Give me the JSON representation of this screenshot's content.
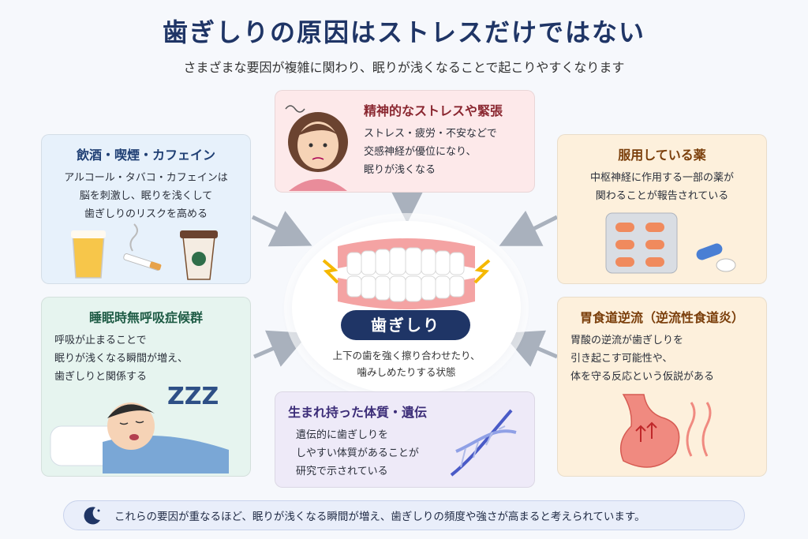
{
  "title": "歯ぎしりの原因はストレスだけではない",
  "subtitle": "さまざまな要因が複雑に関わり、眠りが浅くなることで起こりやすくなります",
  "center": {
    "label": "歯ぎしり",
    "description_line1": "上下の歯を強く擦り合わせたり、",
    "description_line2": "噛みしめたりする状態"
  },
  "cards": {
    "stress": {
      "title": "精神的なストレスや緊張",
      "lines": [
        "ストレス・疲労・不安などで",
        "交感神経が優位になり、",
        "眠りが浅くなる"
      ]
    },
    "alcohol": {
      "title": "飲酒・喫煙・カフェイン",
      "lines": [
        "アルコール・タバコ・カフェインは",
        "脳を刺激し、眠りを浅くして",
        "歯ぎしりのリスクを高める"
      ]
    },
    "medicine": {
      "title": "服用している薬",
      "lines": [
        "中枢神経に作用する一部の薬が",
        "関わることが報告されている"
      ]
    },
    "apnea": {
      "title": "睡眠時無呼吸症候群",
      "lines": [
        "呼吸が止まることで",
        "眠りが浅くなる瞬間が増え、",
        "歯ぎしりと関係する"
      ]
    },
    "reflux": {
      "title": "胃食道逆流（逆流性食道炎）",
      "lines": [
        "胃酸の逆流が歯ぎしりを",
        "引き起こす可能性や、",
        "体を守る反応という仮説がある"
      ]
    },
    "genetics": {
      "title": "生まれ持った体質・遺伝",
      "lines": [
        "遺伝的に歯ぎしりを",
        "しやすい体質があることが",
        "研究で示されている"
      ]
    }
  },
  "footer": {
    "text": "これらの要因が重なるほど、眠りが浅くなる瞬間が増え、歯ぎしりの頻度や強さが高まると考えられています。"
  },
  "sleep_text": "ZZZ",
  "colors": {
    "navy": "#1f3566",
    "blue_card": "#e7f1fb",
    "pink_card": "#fde9ea",
    "orange_card": "#fdf0dc",
    "green_card": "#e6f4ef",
    "purple_card": "#eeeaf8",
    "gums": "#f4a3a3",
    "spark": "#f5b800"
  },
  "icons": [
    "woman-worried-icon",
    "beer-glass-icon",
    "cigarette-icon",
    "coffee-cup-icon",
    "pill-pack-icon",
    "capsule-icon",
    "sleeping-man-icon",
    "dna-icon",
    "stomach-icon",
    "moon-stars-icon",
    "teeth-icon"
  ]
}
